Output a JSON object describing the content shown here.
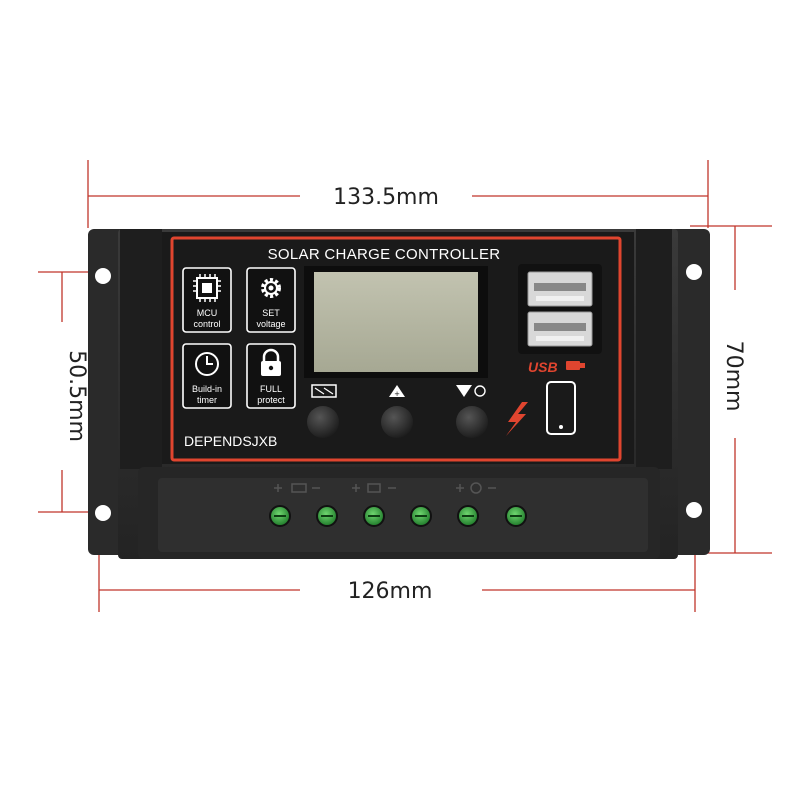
{
  "dimensions": {
    "width_total": "133.5mm",
    "width_mount": "126mm",
    "height_total": "70mm",
    "height_mount": "50.5mm"
  },
  "panel": {
    "title": "SOLAR CHARGE CONTROLLER",
    "brand": "DEPENDSJXB",
    "usb_label": "USB",
    "features": [
      {
        "line1": "MCU",
        "line2": "control",
        "icon": "chip-icon"
      },
      {
        "line1": "SET",
        "line2": "voltage",
        "icon": "gear-icon"
      },
      {
        "line1": "Build-in",
        "line2": "timer",
        "icon": "clock-icon"
      },
      {
        "line1": "FULL",
        "line2": "protect",
        "icon": "lock-icon"
      }
    ],
    "buttons": [
      "menu-button",
      "up-button",
      "down-button"
    ]
  },
  "colors": {
    "accent": "#e0452f",
    "housing": "#2c2c2c",
    "lcd": "#b8b9a5",
    "terminal": "#3fa845"
  }
}
